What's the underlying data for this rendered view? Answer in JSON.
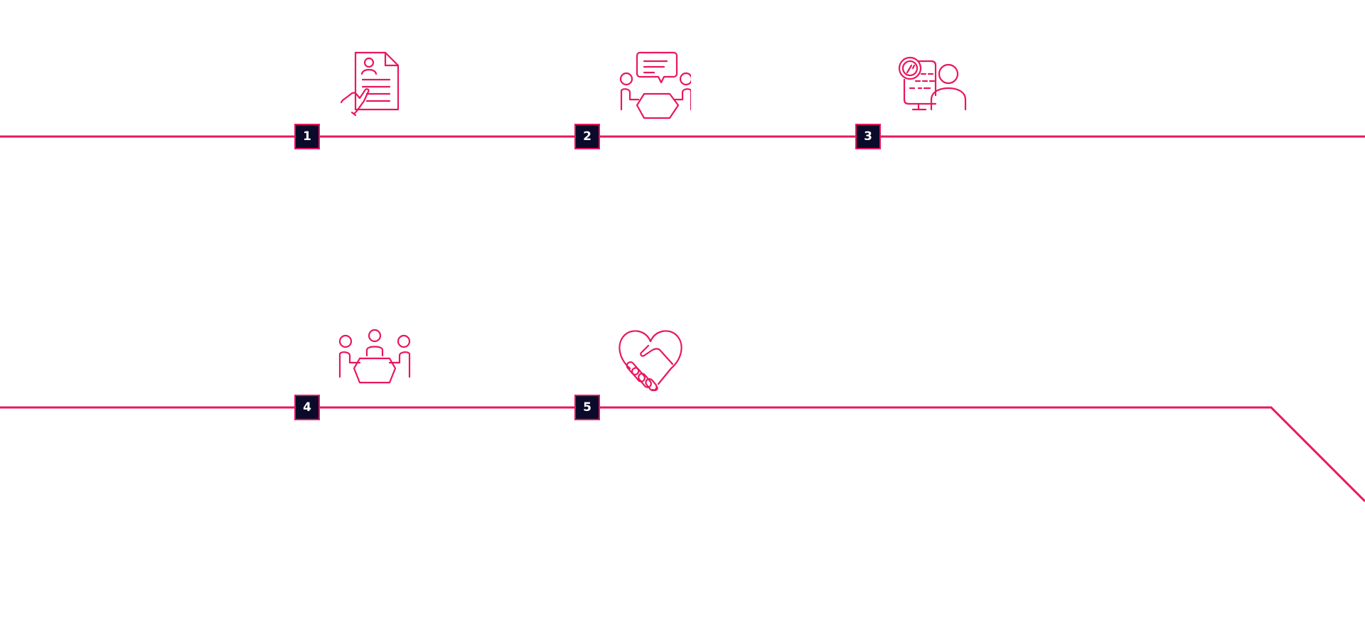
{
  "colors": {
    "accent": "#e8175d",
    "badge_fill": "#0b0a2a",
    "background": "#ffffff"
  },
  "steps": [
    {
      "number": "1",
      "icon": "resume-in-hand-icon"
    },
    {
      "number": "2",
      "icon": "meeting-conversation-icon"
    },
    {
      "number": "3",
      "icon": "online-assessment-icon"
    },
    {
      "number": "4",
      "icon": "panel-interview-icon"
    },
    {
      "number": "5",
      "icon": "handshake-heart-icon"
    }
  ]
}
